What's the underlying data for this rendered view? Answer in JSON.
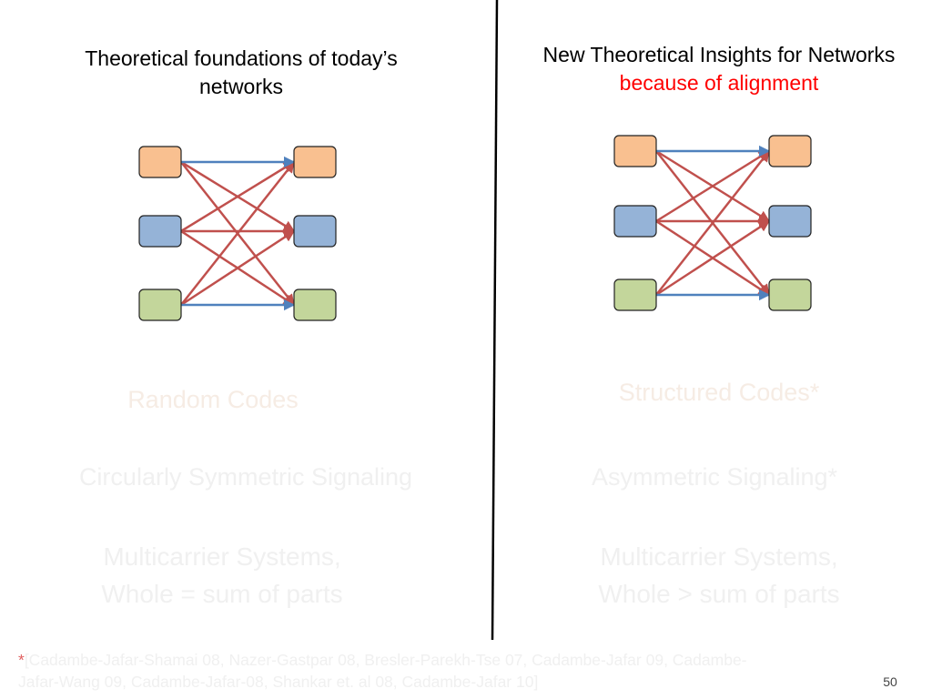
{
  "left": {
    "title_line1": "Theoretical foundations of today’s",
    "title_line2": "networks",
    "item1": "Random Codes",
    "item2": "Circularly Symmetric Signaling",
    "item3_line1": "Multicarrier Systems,",
    "item3_line2": "Whole = sum of parts"
  },
  "right": {
    "title_line1": "New Theoretical Insights for Networks",
    "title_line2": "because of alignment",
    "item1": "Structured Codes*",
    "item2": "Asymmetric Signaling*",
    "item3_line1": "Multicarrier Systems,",
    "item3_line2": "Whole > sum of parts"
  },
  "footnote": {
    "star": "*",
    "line1": "[Cadambe-Jafar-Shamai 08, Nazer-Gastpar 08, Bresler-Parekh-Tse 07, Cadambe-Jafar 09,  Cadambe-",
    "line2": "Jafar-Wang 09, Cadambe-Jafar-08, Shankar et. al 08, Cadambe-Jafar 10]"
  },
  "page_number": "50",
  "colors": {
    "node_top": "#f9c090",
    "node_mid": "#95b3d7",
    "node_bot": "#c3d69b",
    "direct_link": "#4f81bd",
    "cross_link": "#c0504d",
    "subtitle_red": "#ff0000"
  }
}
